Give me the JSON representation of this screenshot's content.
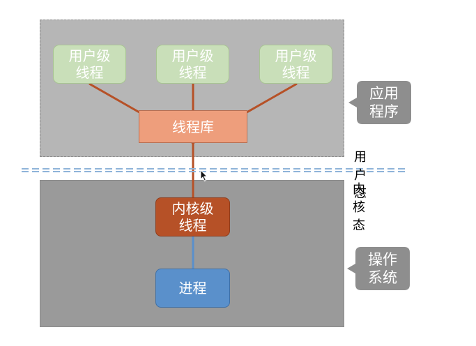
{
  "diagram": {
    "user_level_threads": [
      "用户级\n线程",
      "用户级\n线程",
      "用户级\n线程"
    ],
    "thread_library": "线程库",
    "kernel_thread": "内核级\n线程",
    "process": "进程",
    "callouts": {
      "application": "应用\n程序",
      "operating_system": "操作\n系统"
    },
    "modes": {
      "user_mode": "用户态",
      "kernel_mode": "内核态"
    },
    "colors": {
      "user_panel": "#b6b6b6",
      "kernel_panel": "#9a9a9a",
      "user_thread": "#c9dfb9",
      "thread_library": "#ee9e7c",
      "kernel_thread": "#b65127",
      "process": "#5a90cb",
      "connector_orange": "#b65127",
      "connector_blue": "#5a90cb",
      "callout": "#8e8e8e",
      "boundary": "#8fb4d9"
    },
    "icons": [
      "cursor-pointer-icon"
    ]
  }
}
